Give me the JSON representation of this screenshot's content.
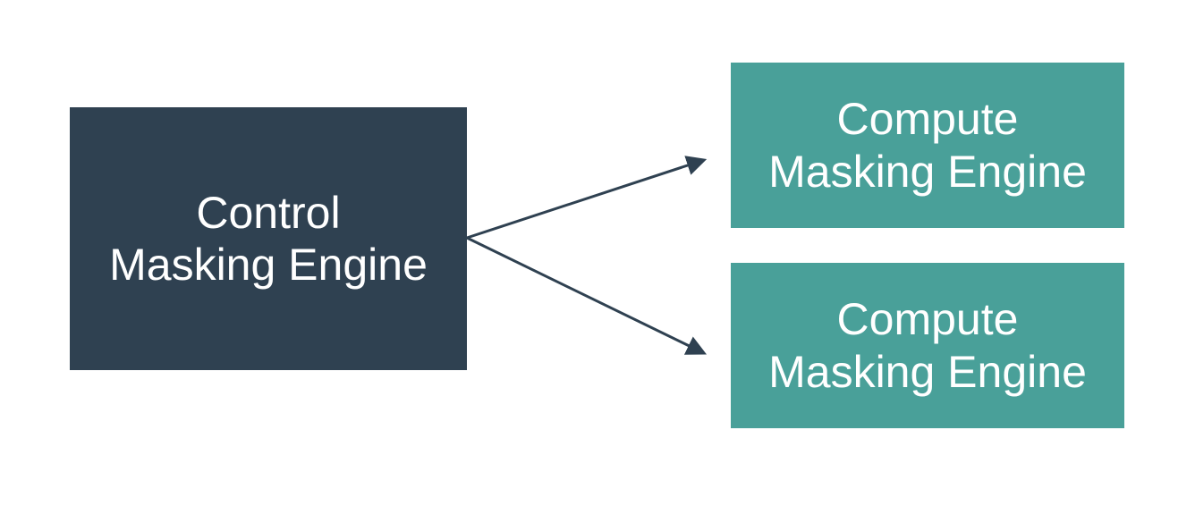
{
  "colors": {
    "canvas-bg": "#ffffff",
    "control-fill": "#2f4151",
    "compute-fill": "#49a099",
    "node-text": "#ffffff",
    "arrow": "#2f4151"
  },
  "diagram": {
    "control_node": {
      "id": "control-masking-engine",
      "label": "Control\nMasking Engine"
    },
    "compute_node_1": {
      "id": "compute-masking-engine-1",
      "label": "Compute\nMasking Engine"
    },
    "compute_node_2": {
      "id": "compute-masking-engine-2",
      "label": "Compute\nMasking Engine"
    },
    "edges": [
      {
        "from": "control-masking-engine",
        "to": "compute-masking-engine-1",
        "style": "arrow"
      },
      {
        "from": "control-masking-engine",
        "to": "compute-masking-engine-2",
        "style": "arrow"
      }
    ]
  }
}
